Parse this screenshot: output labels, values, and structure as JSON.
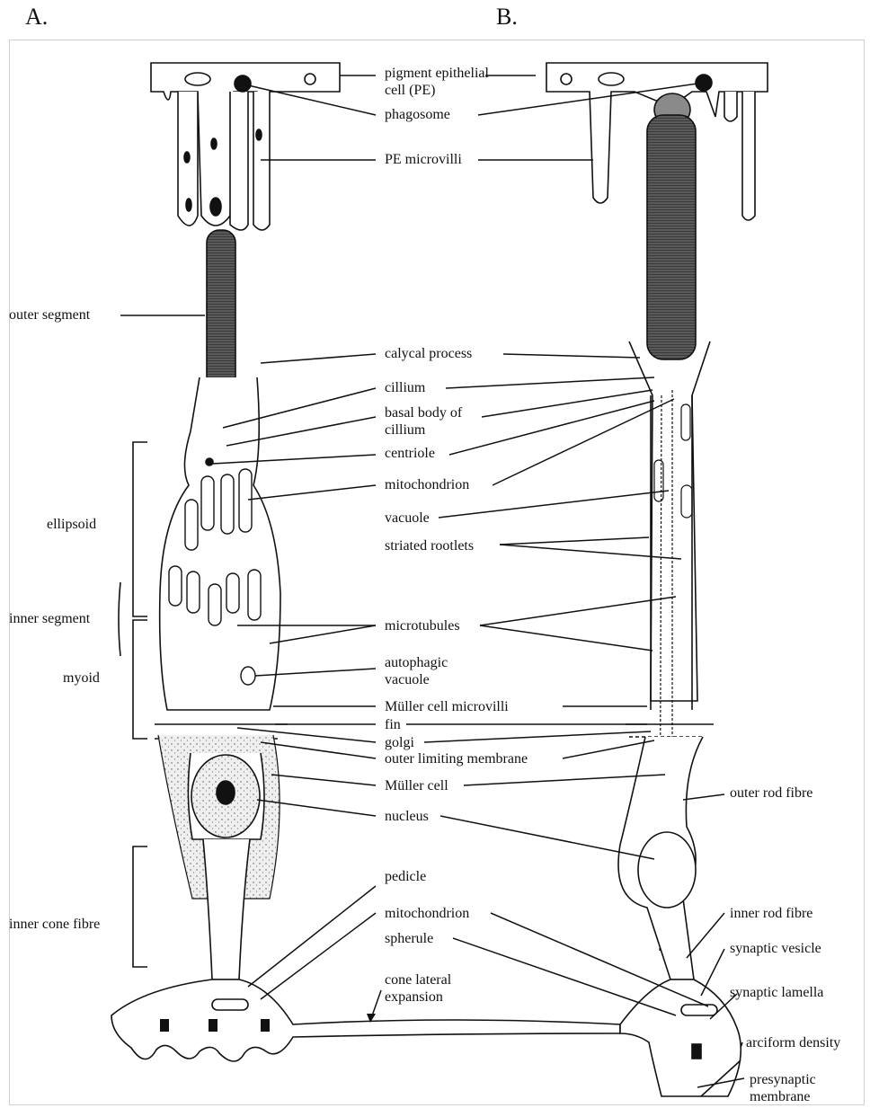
{
  "panels": {
    "a": "A.",
    "b": "B."
  },
  "labels": {
    "pe_cell_1": "pigment epithelial",
    "pe_cell_2": "cell (PE)",
    "phagosome": "phagosome",
    "pe_microvilli": "PE microvilli",
    "outer_segment": "outer segment",
    "calycal_process": "calycal process",
    "cillium": "cillium",
    "basal_body_1": "basal body of",
    "basal_body_2": "cillium",
    "centriole": "centriole",
    "mitochondrion": "mitochondrion",
    "ellipsoid": "ellipsoid",
    "vacuole": "vacuole",
    "striated_rootlets": "striated rootlets",
    "inner_segment": "inner segment",
    "microtubules": "microtubules",
    "myoid": "myoid",
    "autophagic_1": "autophagic",
    "autophagic_2": "vacuole",
    "muller_microvilli": "Müller cell microvilli",
    "fin": "fin",
    "golgi": "golgi",
    "olm": "outer limiting membrane",
    "muller_cell": "Müller cell",
    "outer_rod_fibre": "outer rod fibre",
    "nucleus": "nucleus",
    "pedicle": "pedicle",
    "inner_cone_fibre": "inner cone fibre",
    "mitochondrion_2": "mitochondrion",
    "inner_rod_fibre": "inner rod fibre",
    "spherule": "spherule",
    "synaptic_vesicle": "synaptic vesicle",
    "cone_lateral_1": "cone lateral",
    "cone_lateral_2": "expansion",
    "synaptic_lamella": "synaptic lamella",
    "arciform_density": "arciform density",
    "presynaptic_1": "presynaptic",
    "presynaptic_2": "membrane"
  }
}
